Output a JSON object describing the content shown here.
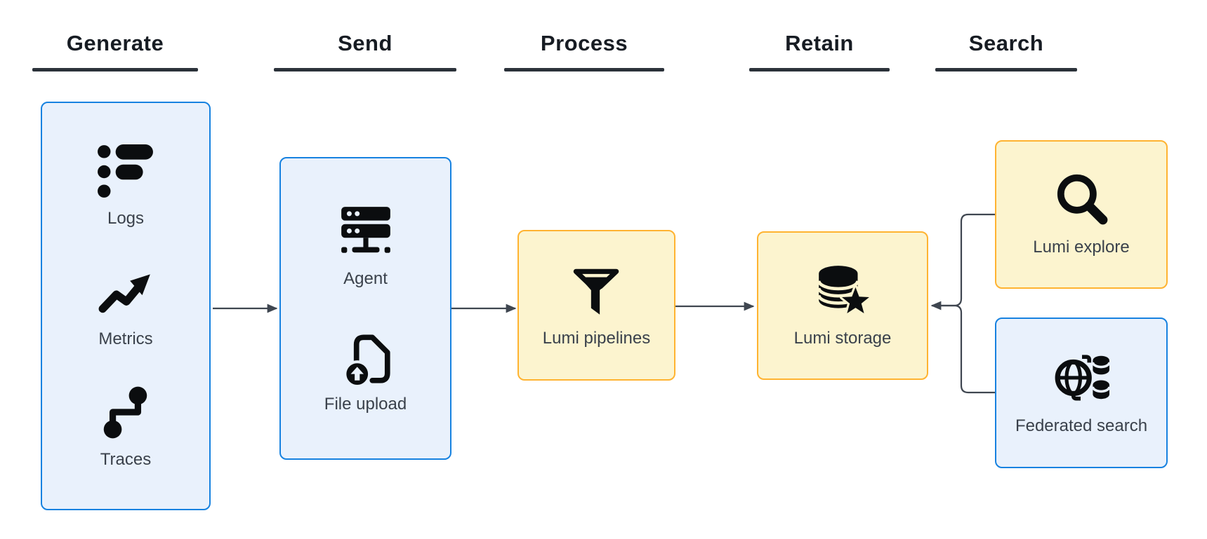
{
  "headers": [
    {
      "label": "Generate"
    },
    {
      "label": "Send"
    },
    {
      "label": "Process"
    },
    {
      "label": "Retain"
    },
    {
      "label": "Search"
    }
  ],
  "groups": {
    "generate": {
      "items": [
        {
          "icon": "logs-icon",
          "label": "Logs"
        },
        {
          "icon": "metrics-icon",
          "label": "Metrics"
        },
        {
          "icon": "traces-icon",
          "label": "Traces"
        }
      ]
    },
    "send": {
      "items": [
        {
          "icon": "agent-server-icon",
          "label": "Agent"
        },
        {
          "icon": "file-upload-icon",
          "label": "File upload"
        }
      ]
    },
    "process": {
      "items": [
        {
          "icon": "filter-funnel-icon",
          "label": "Lumi pipelines"
        }
      ]
    },
    "retain": {
      "items": [
        {
          "icon": "database-star-icon",
          "label": "Lumi storage"
        }
      ]
    },
    "search": {
      "items": [
        {
          "icon": "magnifying-glass-icon",
          "label": "Lumi explore"
        },
        {
          "icon": "federated-search-icon",
          "label": "Federated search"
        }
      ]
    }
  },
  "colors": {
    "blue_fill": "#E9F1FC",
    "blue_border": "#1782E0",
    "yellow_fill": "#FCF4CF",
    "yellow_border": "#FFB331",
    "edge": "#3F4650",
    "heading_text": "#171C23",
    "underline": "#2B323A",
    "label_text": "#3A414B",
    "icon": "#0B0D0F",
    "canvas_bg": "#FFFFFF"
  }
}
